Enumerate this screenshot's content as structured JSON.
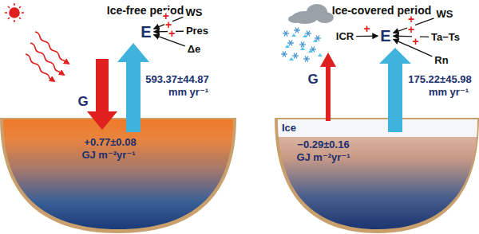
{
  "diagram": {
    "nodes": [
      {
        "text": [
          "E"
        ]
      },
      {
        "text": [
          "WS"
        ]
      },
      {
        "text": [
          "Pres"
        ]
      },
      {
        "text": [
          "Δe"
        ]
      },
      {
        "text": [
          "ICR"
        ]
      },
      {
        "text": [
          "E"
        ]
      },
      {
        "text": [
          "WS"
        ]
      },
      {
        "text": [
          "Ta−Ts"
        ]
      },
      {
        "text": [
          "Rn"
        ]
      }
    ],
    "edges": [
      {
        "from": 1,
        "to": 0,
        "label": "+",
        "arrow": "to"
      },
      {
        "from": 2,
        "to": 0,
        "label": "+",
        "arrow": "to"
      },
      {
        "from": 3,
        "to": 0,
        "label": "+",
        "arrow": "to"
      },
      {
        "from": 4,
        "to": 5,
        "label": "+",
        "arrow": "to"
      },
      {
        "from": 6,
        "to": 5,
        "label": "+",
        "arrow": "to"
      },
      {
        "from": 7,
        "to": 5,
        "label": "+",
        "arrow": "to"
      },
      {
        "from": 8,
        "to": 5,
        "label": "+",
        "arrow": "to"
      }
    ],
    "labels": [
      "Ice-free period",
      "Ice-covered period",
      "G",
      "+0.77±0.08",
      "GJ m⁻²yr⁻¹",
      "593.37±44.87",
      "mm yr⁻¹",
      "G",
      "−0.29±0.16",
      "GJ m⁻²yr⁻¹",
      "175.22±45.98",
      "mm yr⁻¹",
      "Ice"
    ]
  }
}
